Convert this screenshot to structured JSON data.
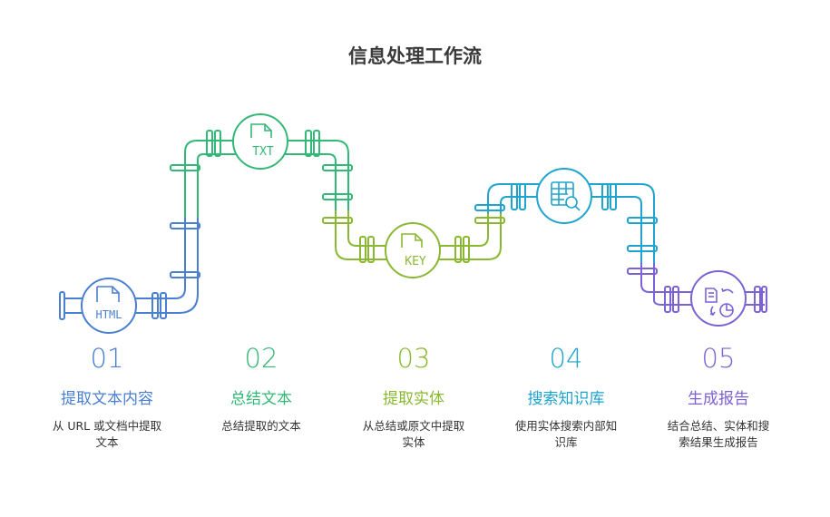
{
  "title": "信息处理工作流",
  "colors": {
    "step1": "#4A7FD1",
    "step2": "#33B877",
    "step3": "#8AB833",
    "step4": "#1FA3CF",
    "step5": "#7B62D6"
  },
  "steps": [
    {
      "number": "01",
      "name": "提取文本内容",
      "desc_lines": [
        "从 URL 或文档中提取",
        "文本"
      ],
      "icon": "html-file-icon",
      "icon_label": "HTML"
    },
    {
      "number": "02",
      "name": "总结文本",
      "desc_lines": [
        "总结提取的文本"
      ],
      "icon": "txt-file-icon",
      "icon_label": "TXT"
    },
    {
      "number": "03",
      "name": "提取实体",
      "desc_lines": [
        "从总结或原文中提取",
        "实体"
      ],
      "icon": "key-file-icon",
      "icon_label": "KEY"
    },
    {
      "number": "04",
      "name": "搜索知识库",
      "desc_lines": [
        "使用实体搜索内部知",
        "识库"
      ],
      "icon": "table-search-icon",
      "icon_label": ""
    },
    {
      "number": "05",
      "name": "生成报告",
      "desc_lines": [
        "结合总结、实体和搜",
        "索结果生成报告"
      ],
      "icon": "report-chart-icon",
      "icon_label": ""
    }
  ]
}
